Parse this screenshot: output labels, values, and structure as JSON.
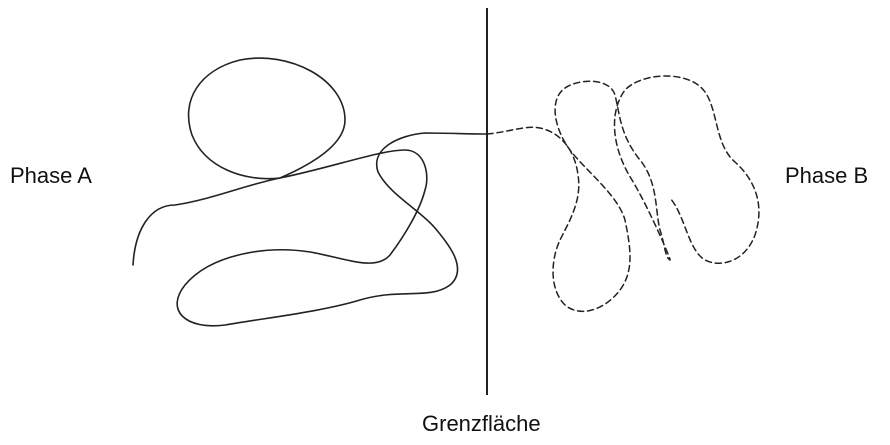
{
  "labels": {
    "phase_a": "Phase A",
    "phase_b": "Phase B",
    "interface": "Grenzfläche"
  },
  "colors": {
    "line": "#222222",
    "background": "#ffffff"
  },
  "line_styles": {
    "phase_a_chain": "solid",
    "phase_b_chain": "dashed"
  }
}
